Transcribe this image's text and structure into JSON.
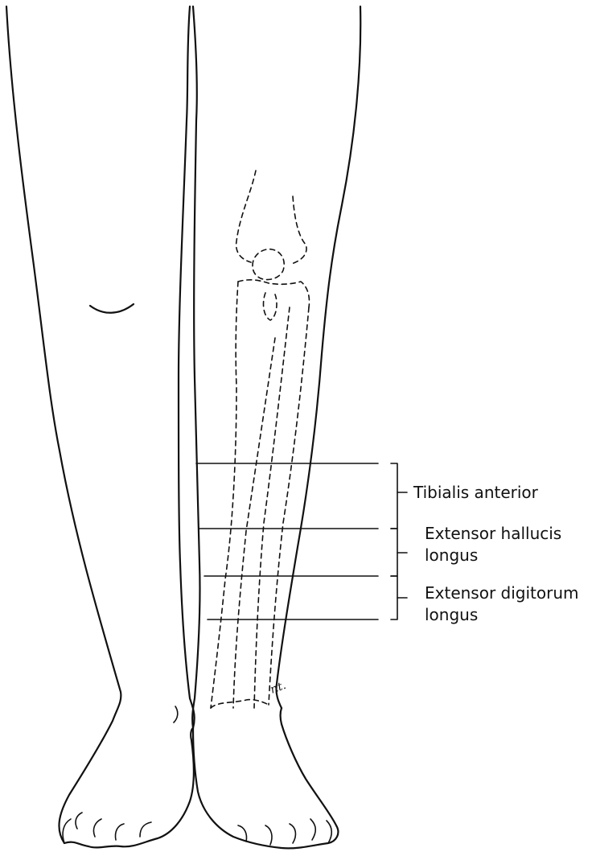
{
  "labels": {
    "tibialis_anterior": "Tibialis anterior",
    "extensor_hallucis_line1": "Extensor hallucis",
    "extensor_hallucis_line2": "longus",
    "extensor_digitorum_line1": "Extensor digitorum",
    "extensor_digitorum_line2": "longus"
  },
  "signature": "r.t."
}
